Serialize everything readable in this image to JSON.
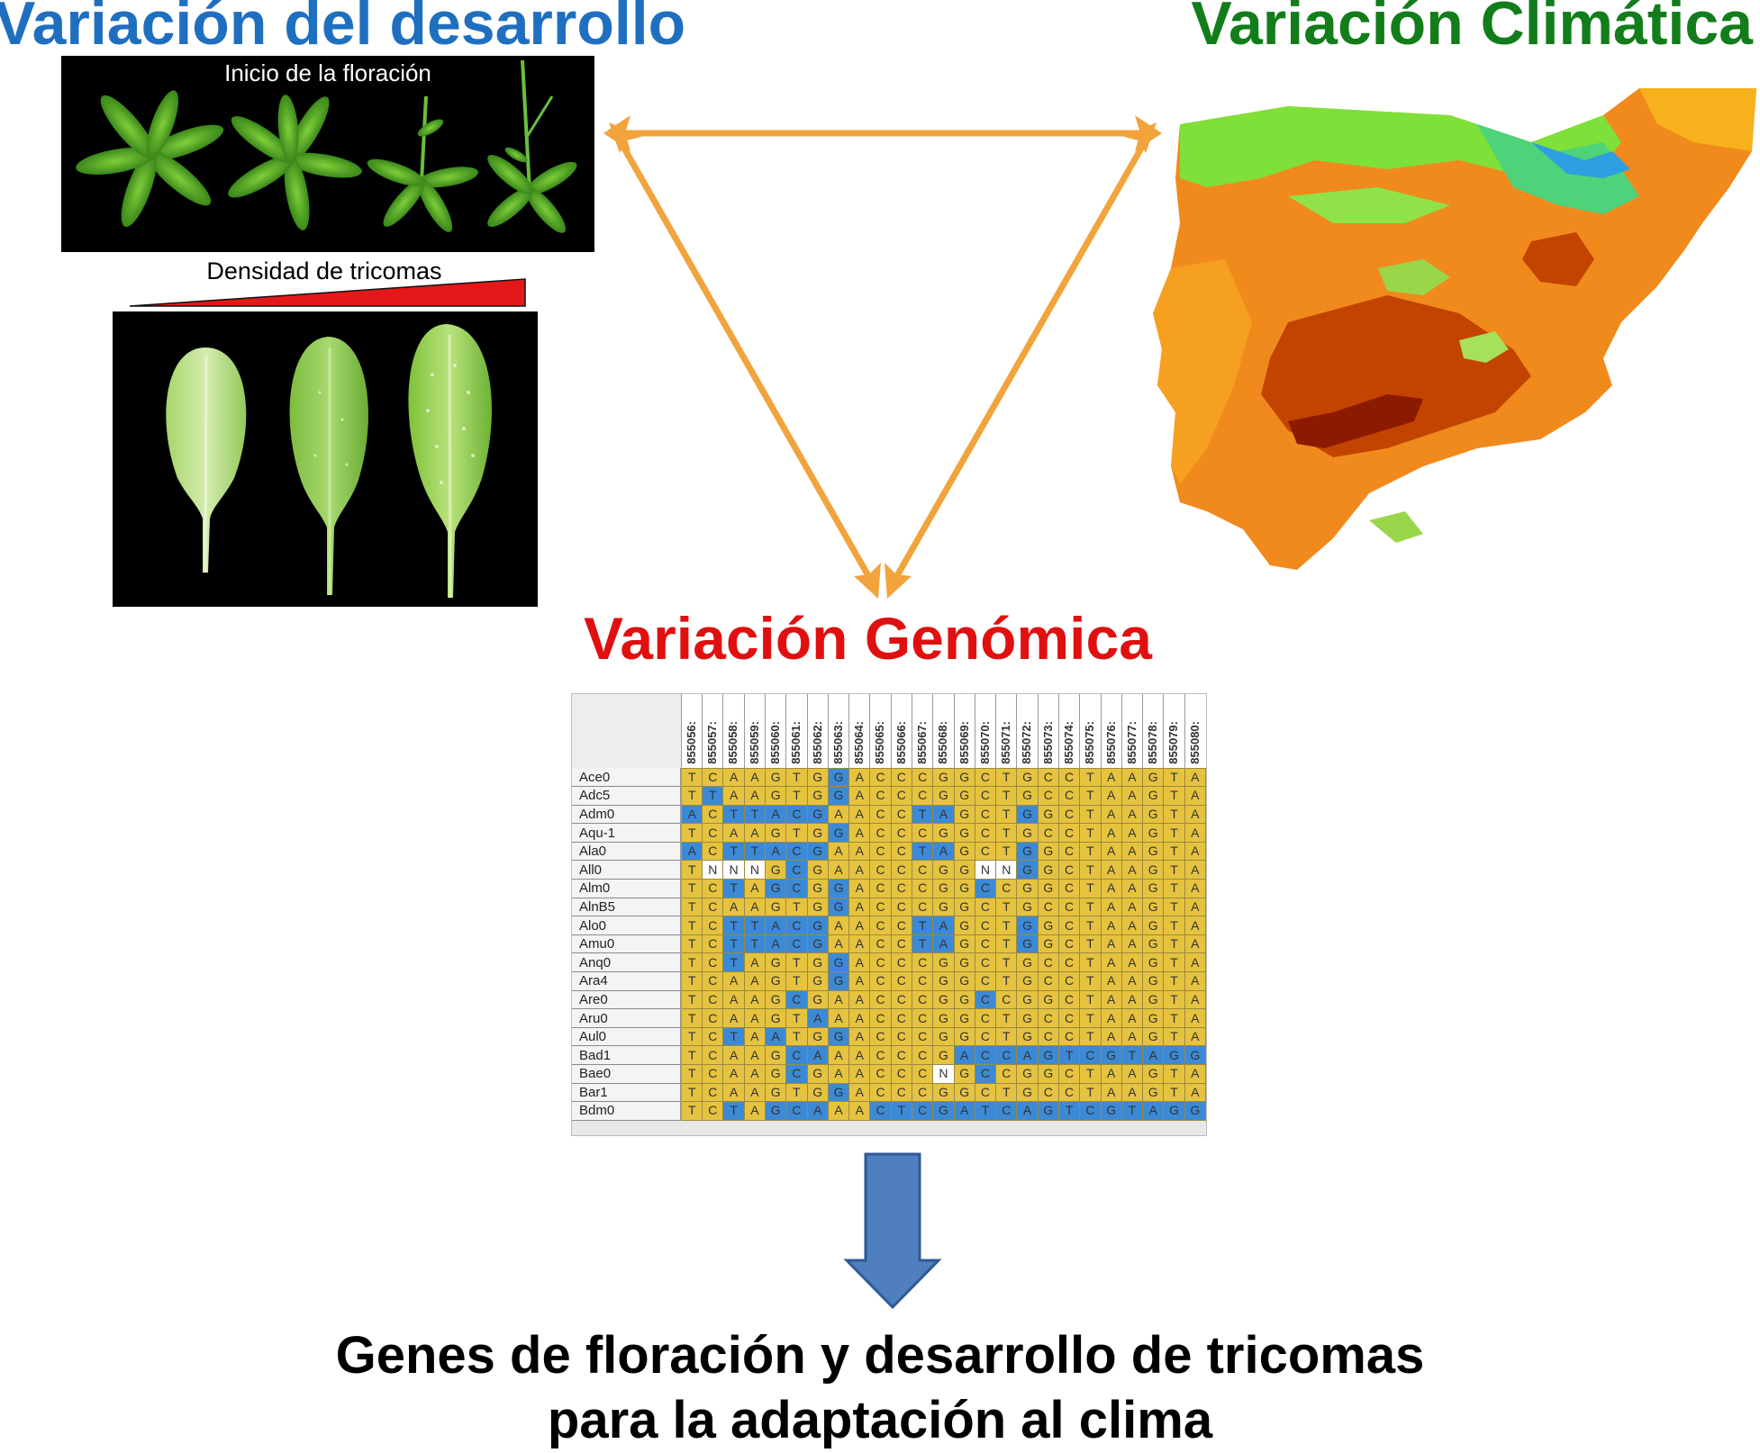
{
  "titles": {
    "development": "Variación del desarrollo",
    "climate": "Variación Climática",
    "genomic": "Variación Genómica"
  },
  "development": {
    "flowering_caption": "Inicio de la floración",
    "trichome_caption": "Densidad de tricomas"
  },
  "conclusion": {
    "line1": "Genes de floración y desarrollo de tricomas",
    "line2": "para la adaptación al clima"
  },
  "colors": {
    "development_title": "#1f6fc0",
    "climate_title": "#127d1a",
    "genomic_title": "#e01010",
    "arrows": "#f2a33c",
    "down_arrow": "#4f7fbf",
    "base_match": "#e6c33f",
    "base_variant": "#3c8ad6"
  },
  "alignment": {
    "positions": [
      "855056:",
      "855057:",
      "855058:",
      "855059:",
      "855060:",
      "855061:",
      "855062:",
      "855063:",
      "855064:",
      "855065:",
      "855066:",
      "855067:",
      "855068:",
      "855069:",
      "855070:",
      "855071:",
      "855072:",
      "855073:",
      "855074:",
      "855075:",
      "855076:",
      "855077:",
      "855078:",
      "855079:",
      "855080:"
    ],
    "rows": [
      {
        "name": "Ace0",
        "seq": "TCAAGTGGACCCGGCTGCCTAAGTA",
        "mask": "yyyyyyybyyyyyyyyyyyyyyyyy"
      },
      {
        "name": "Adc5",
        "seq": "TTAAGTGGACCCGGCTGCCTAAGTA",
        "mask": "ybyyyyybyyyyyyyyyyyyyyyyy"
      },
      {
        "name": "Adm0",
        "seq": "ACTTACGAACCTAGCTGGCTAAGTA",
        "mask": "bybbbbbyyyybbyyybyyyyyyyy"
      },
      {
        "name": "Aqu-1",
        "seq": "TCAAGTGGACCCGGCTGCCTAAGTA",
        "mask": "yyyyyyybyyyyyyyyyyyyyyyyy"
      },
      {
        "name": "Ala0",
        "seq": "ACTTACGAACCTAGCTGGCTAAGTA",
        "mask": "bybbbbbyyyybbyyybyyyyyyyy"
      },
      {
        "name": "All0",
        "seq": "TNNNGCGAACCCGGNNGGCTAAGTA",
        "mask": "ywwwybyyyyyyyywwbyyyyyyyy"
      },
      {
        "name": "Alm0",
        "seq": "TCTAGCGGACCCGGCCGGCTAAGTA",
        "mask": "yybybbybyyyyyybyyyyyyyyyy"
      },
      {
        "name": "AlnB5",
        "seq": "TCAAGTGGACCCGGCTGCCTAAGTA",
        "mask": "yyyyyyybyyyyyyyyyyyyyyyyy"
      },
      {
        "name": "Alo0",
        "seq": "TCTTACGAACCTAGCTGGCTAAGTA",
        "mask": "yybbbbbyyyybbyyybyyyyyyyy"
      },
      {
        "name": "Amu0",
        "seq": "TCTTACGAACCTAGCTGGCTAAGTA",
        "mask": "yybbbbbyyyybbyyybyyyyyyyy"
      },
      {
        "name": "Anq0",
        "seq": "TCTAGTGGACCCGGCTGCCTAAGTA",
        "mask": "yybyyyybyyyyyyyyyyyyyyyyy"
      },
      {
        "name": "Ara4",
        "seq": "TCAAGTGGACCCGGCTGCCTAAGTA",
        "mask": "yyyyyyybyyyyyyyyyyyyyyyyy"
      },
      {
        "name": "Are0",
        "seq": "TCAAGCGAACCCGGCCGGCTAAGTA",
        "mask": "yyyyybyyyyyyyybyyyyyyyyyy"
      },
      {
        "name": "Aru0",
        "seq": "TCAAGTAAACCCGGCTGCCTAAGTA",
        "mask": "yyyyyybyyyyyyyyyyyyyyyyyy"
      },
      {
        "name": "Aul0",
        "seq": "TCTAATGGACCCGGCTGCCTAAGTA",
        "mask": "yybybyybyyyyyyyyyyyyyyyyy"
      },
      {
        "name": "Bad1",
        "seq": "TCAAGCAAACCCGACCAGTCGTAGG",
        "mask": "yyyyybbyyyyyybbbbbbbbbbbb"
      },
      {
        "name": "Bae0",
        "seq": "TCAAGCGAACCCNGCCGGCTAAGTA",
        "mask": "yyyyybyyyyyywybyyyyyyyyyy"
      },
      {
        "name": "Bar1",
        "seq": "TCAAGTGGACCCGGCTGCCTAAGTA",
        "mask": "yyyyyyybyyyyyyyyyyyyyyyyy"
      },
      {
        "name": "Bdm0",
        "seq": "TCTAGCAAACTCGATCAGTCGTAGG",
        "mask": "yybybbbyybbbbbbbbbbbbbbbb"
      }
    ]
  }
}
